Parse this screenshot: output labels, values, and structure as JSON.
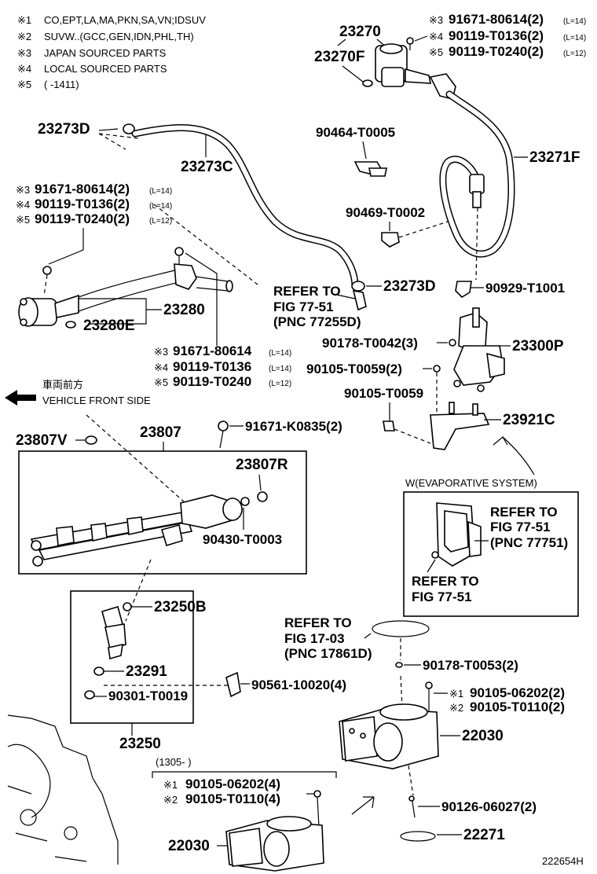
{
  "notes": [
    {
      "mark": "※1",
      "text": "CO,EPT,LA,MA,PKN,SA,VN;IDSUV"
    },
    {
      "mark": "※2",
      "text": "SUVW..(GCC,GEN,IDN,PHL,TH)"
    },
    {
      "mark": "※3",
      "text": "JAPAN SOURCED PARTS"
    },
    {
      "mark": "※4",
      "text": "LOCAL SOURCED PARTS"
    },
    {
      "mark": "※5",
      "text": "(      -1411)"
    }
  ],
  "direction": {
    "jp": "車両前方",
    "en": "VEHICLE FRONT SIDE"
  },
  "parts": {
    "p23270": "23270",
    "p23270F": "23270F",
    "p23273D_a": "23273D",
    "p23273C": "23273C",
    "p23273D_b": "23273D",
    "p23271F": "23271F",
    "p90464": "90464-T0005",
    "p90469": "90469-T0002",
    "p90929": "90929-T1001",
    "p23280": "23280",
    "p23280E": "23280E",
    "p90178_42": "90178-T0042(3)",
    "p90105_59_2": "90105-T0059(2)",
    "p90105_59": "90105-T0059",
    "p23300P": "23300P",
    "p23921C": "23921C",
    "p23807V": "23807V",
    "p23807": "23807",
    "p91671_k0835": "91671-K0835(2)",
    "p23807R": "23807R",
    "p90430": "90430-T0003",
    "p23250B": "23250B",
    "p23291": "23291",
    "p90301": "90301-T0019",
    "p90561": "90561-10020(4)",
    "p23250": "23250",
    "p90178_53": "90178-T0053(2)",
    "p22030_a": "22030",
    "p90126": "90126-06027(2)",
    "p22271": "22271",
    "p22030_b": "22030",
    "footer": "222654H"
  },
  "variants_top_right": [
    {
      "mark": "※3",
      "num": "91671-80614(2)",
      "cond": "(L=14)"
    },
    {
      "mark": "※4",
      "num": "90119-T0136(2)",
      "cond": "(L=14)"
    },
    {
      "mark": "※5",
      "num": "90119-T0240(2)",
      "cond": "(L=12)"
    }
  ],
  "variants_left": [
    {
      "mark": "※3",
      "num": "91671-80614(2)",
      "cond": "(L=14)"
    },
    {
      "mark": "※4",
      "num": "90119-T0136(2)",
      "cond": "(L=14)"
    },
    {
      "mark": "※5",
      "num": "90119-T0240(2)",
      "cond": "(L=12)"
    }
  ],
  "variants_mid": [
    {
      "mark": "※3",
      "num": "91671-80614",
      "cond": "(L=14)"
    },
    {
      "mark": "※4",
      "num": "90119-T0136",
      "cond": "(L=14)"
    },
    {
      "mark": "※5",
      "num": "90119-T0240",
      "cond": "(L=12)"
    }
  ],
  "variants_throttle": [
    {
      "mark": "※1",
      "num": "90105-06202(2)"
    },
    {
      "mark": "※2",
      "num": "90105-T0110(2)"
    }
  ],
  "variants_bottom": [
    {
      "mark": "※1",
      "num": "90105-06202(4)"
    },
    {
      "mark": "※2",
      "num": "90105-T0110(4)"
    }
  ],
  "bottom_box_range": "(1305-      )",
  "refer_mid": {
    "l1": "REFER TO",
    "l2": "FIG 77-51",
    "l3": "(PNC 77255D)"
  },
  "evap_box": {
    "title": "W(EVAPORATIVE SYSTEM)",
    "ref1": {
      "l1": "REFER TO",
      "l2": "FIG 77-51",
      "l3": "(PNC 77751)"
    },
    "ref2": {
      "l1": "REFER TO",
      "l2": "FIG 77-51"
    }
  },
  "refer_throttle": {
    "l1": "REFER TO",
    "l2": "FIG 17-03",
    "l3": "(PNC 17861D)"
  }
}
